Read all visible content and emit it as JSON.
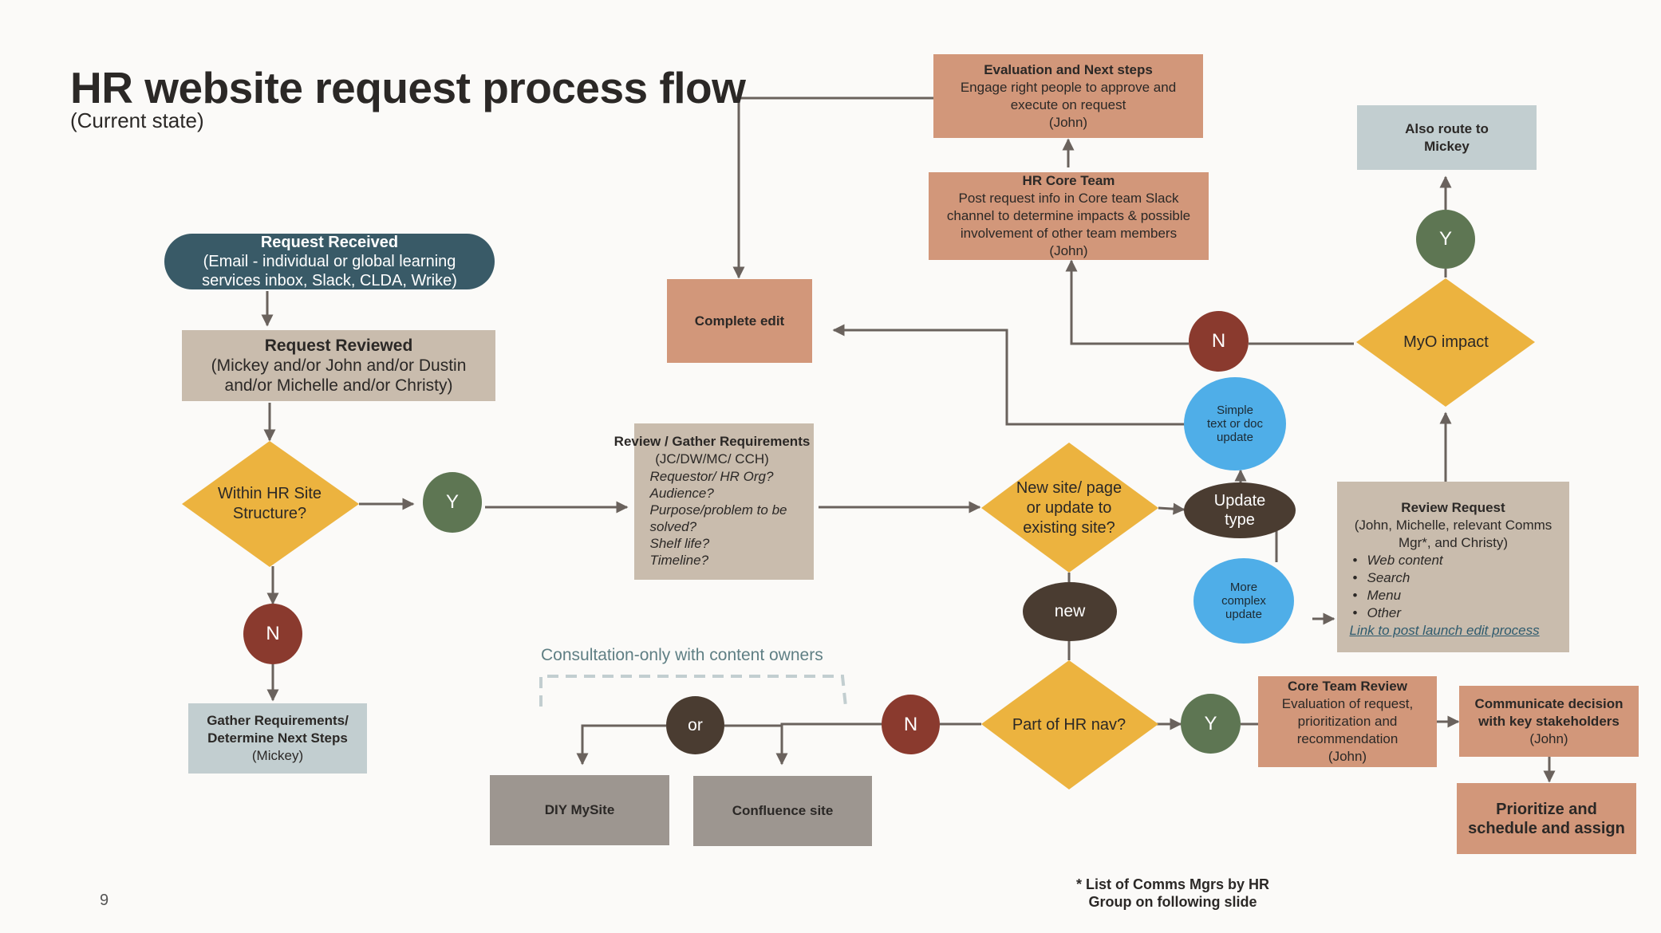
{
  "header": {
    "title": "HR website request process flow",
    "subtitle": "(Current state)"
  },
  "page_number": "9",
  "footnote": "* List of Comms Mgrs by HR Group on following slide",
  "colors": {
    "background": "#fbfaf8",
    "salmon_box": "#d2977a",
    "tan_box": "#c9bcad",
    "grey_box": "#c2ced0",
    "dark_grey_box": "#9d9690",
    "start_pill": "#395a67",
    "decision_diamond": "#ecb33f",
    "yes_circle": "#5e7653",
    "no_circle": "#8a3a2e",
    "brown_node": "#4a3c31",
    "blue_node": "#4faee8",
    "connector": "#6a625d"
  },
  "nodes": {
    "request_received": {
      "title": "Request Received",
      "body": "(Email - individual or global learning services inbox, Slack, CLDA, Wrike)"
    },
    "request_reviewed": {
      "title": "Request Reviewed",
      "body": "(Mickey and/or John and/or Dustin and/or Michelle and/or Christy)"
    },
    "within_hr_site": {
      "label": "Within HR Site Structure?"
    },
    "yes_1": {
      "label": "Y"
    },
    "no_1": {
      "label": "N"
    },
    "gather_requirements": {
      "title": "Gather Requirements/ Determine Next Steps",
      "body": "(Mickey)"
    },
    "review_gather": {
      "title": "Review / Gather Requirements",
      "title_suffix": " (JC/DW/MC/ CCH)",
      "items": [
        "Requestor/ HR Org?",
        "Audience?",
        "Purpose/problem to be solved?",
        "Shelf life?",
        "Timeline?"
      ]
    },
    "new_site_decision": {
      "label": "New site/ page or update to existing site?"
    },
    "update_type": {
      "label": "Update type"
    },
    "simple_update": {
      "label": "Simple text or doc update"
    },
    "complex_update": {
      "label": "More complex update"
    },
    "new": {
      "label": "new"
    },
    "complete_edit": {
      "label": "Complete edit"
    },
    "evaluation_next_steps": {
      "title": "Evaluation and Next steps",
      "body": "Engage right people to approve and execute on request",
      "owner": "(John)"
    },
    "hr_core_team": {
      "title": "HR Core Team",
      "body": "Post request info in Core team Slack channel to determine impacts & possible involvement of other team members",
      "owner": "(John)"
    },
    "no_2": {
      "label": "N"
    },
    "myo_impact": {
      "label": "MyO impact"
    },
    "yes_2": {
      "label": "Y"
    },
    "also_route": {
      "label": "Also route to Mickey"
    },
    "review_request": {
      "title": "Review Request",
      "body": "(John, Michelle, relevant Comms Mgr*, and Christy)",
      "items": [
        "Web content",
        "Search",
        "Menu",
        "Other"
      ],
      "link": "Link to post launch edit process"
    },
    "part_of_hr_nav": {
      "label": "Part of HR nav?"
    },
    "yes_3": {
      "label": "Y"
    },
    "no_3": {
      "label": "N"
    },
    "or": {
      "label": "or"
    },
    "consultation_label": "Consultation-only with content owners",
    "diy_mysite": {
      "label": "DIY MySite"
    },
    "confluence_site": {
      "label": "Confluence site"
    },
    "core_team_review": {
      "title": "Core Team Review",
      "body": "Evaluation of request, prioritization and recommendation",
      "owner": "(John)"
    },
    "communicate_decision": {
      "title": "Communicate decision with key stakeholders",
      "owner": "(John)"
    },
    "prioritize": {
      "label": "Prioritize and schedule and assign"
    }
  }
}
